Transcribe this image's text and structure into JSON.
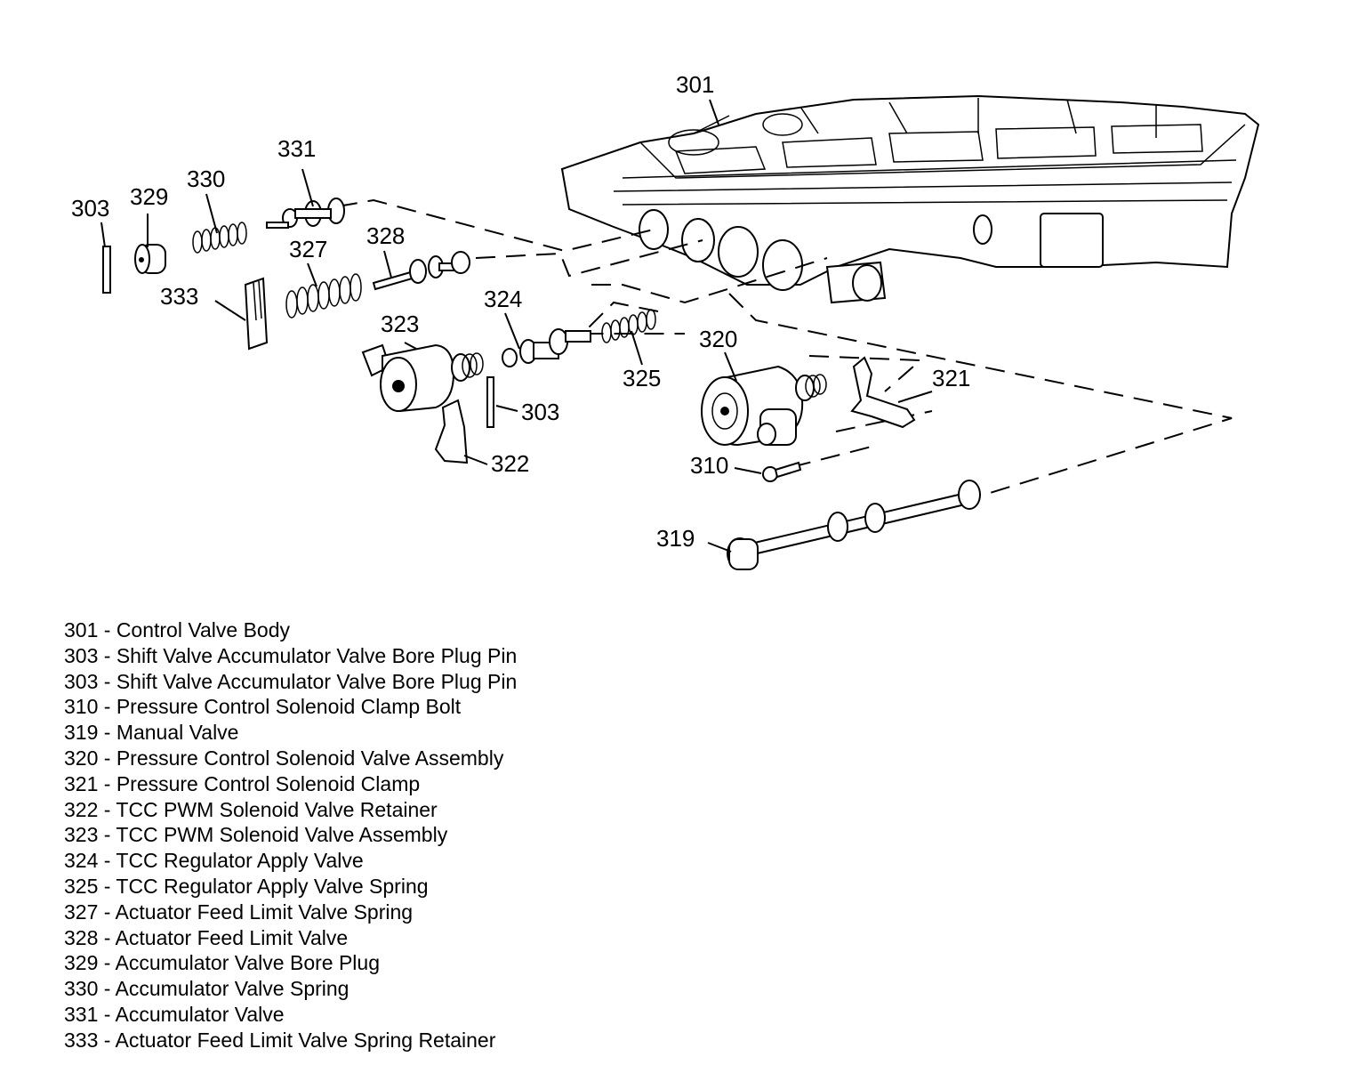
{
  "callouts": {
    "c301": "301",
    "c303a": "303",
    "c303b": "303",
    "c310": "310",
    "c319": "319",
    "c320": "320",
    "c321": "321",
    "c322": "322",
    "c323": "323",
    "c324": "324",
    "c325": "325",
    "c327": "327",
    "c328": "328",
    "c329": "329",
    "c330": "330",
    "c331": "331",
    "c333": "333"
  },
  "legend": [
    "301 - Control Valve Body",
    "303 - Shift Valve Accumulator Valve Bore Plug Pin",
    "303 - Shift Valve Accumulator Valve Bore Plug Pin",
    "310 - Pressure Control Solenoid Clamp Bolt",
    "319 - Manual Valve",
    "320 - Pressure Control Solenoid Valve Assembly",
    "321 - Pressure Control Solenoid Clamp",
    "322 - TCC PWM Solenoid Valve Retainer",
    "323 - TCC PWM Solenoid Valve Assembly",
    "324 - TCC Regulator Apply Valve",
    "325 - TCC Regulator Apply Valve Spring",
    "327 - Actuator Feed Limit Valve Spring",
    "328 - Actuator Feed Limit Valve",
    "329 - Accumulator Valve Bore Plug",
    "330 - Accumulator Valve Spring",
    "331 - Accumulator Valve",
    "333 - Actuator Feed Limit Valve Spring Retainer"
  ]
}
